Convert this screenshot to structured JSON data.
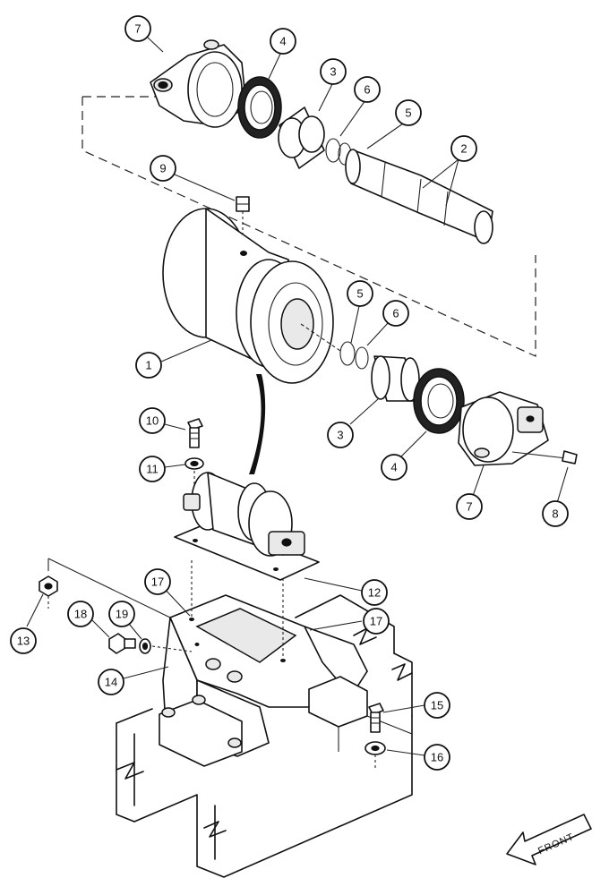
{
  "callouts": {
    "c1": "1",
    "c2": "2",
    "c3a": "3",
    "c3b": "3",
    "c4a": "4",
    "c4b": "4",
    "c5a": "5",
    "c5b": "5",
    "c6a": "6",
    "c6b": "6",
    "c7a": "7",
    "c7b": "7",
    "c8": "8",
    "c9": "9",
    "c10": "10",
    "c11": "11",
    "c12": "12",
    "c13": "13",
    "c14": "14",
    "c15": "15",
    "c16": "16",
    "c17a": "17",
    "c17b": "17",
    "c18": "18",
    "c19": "19"
  },
  "direction_label": "FRONT"
}
